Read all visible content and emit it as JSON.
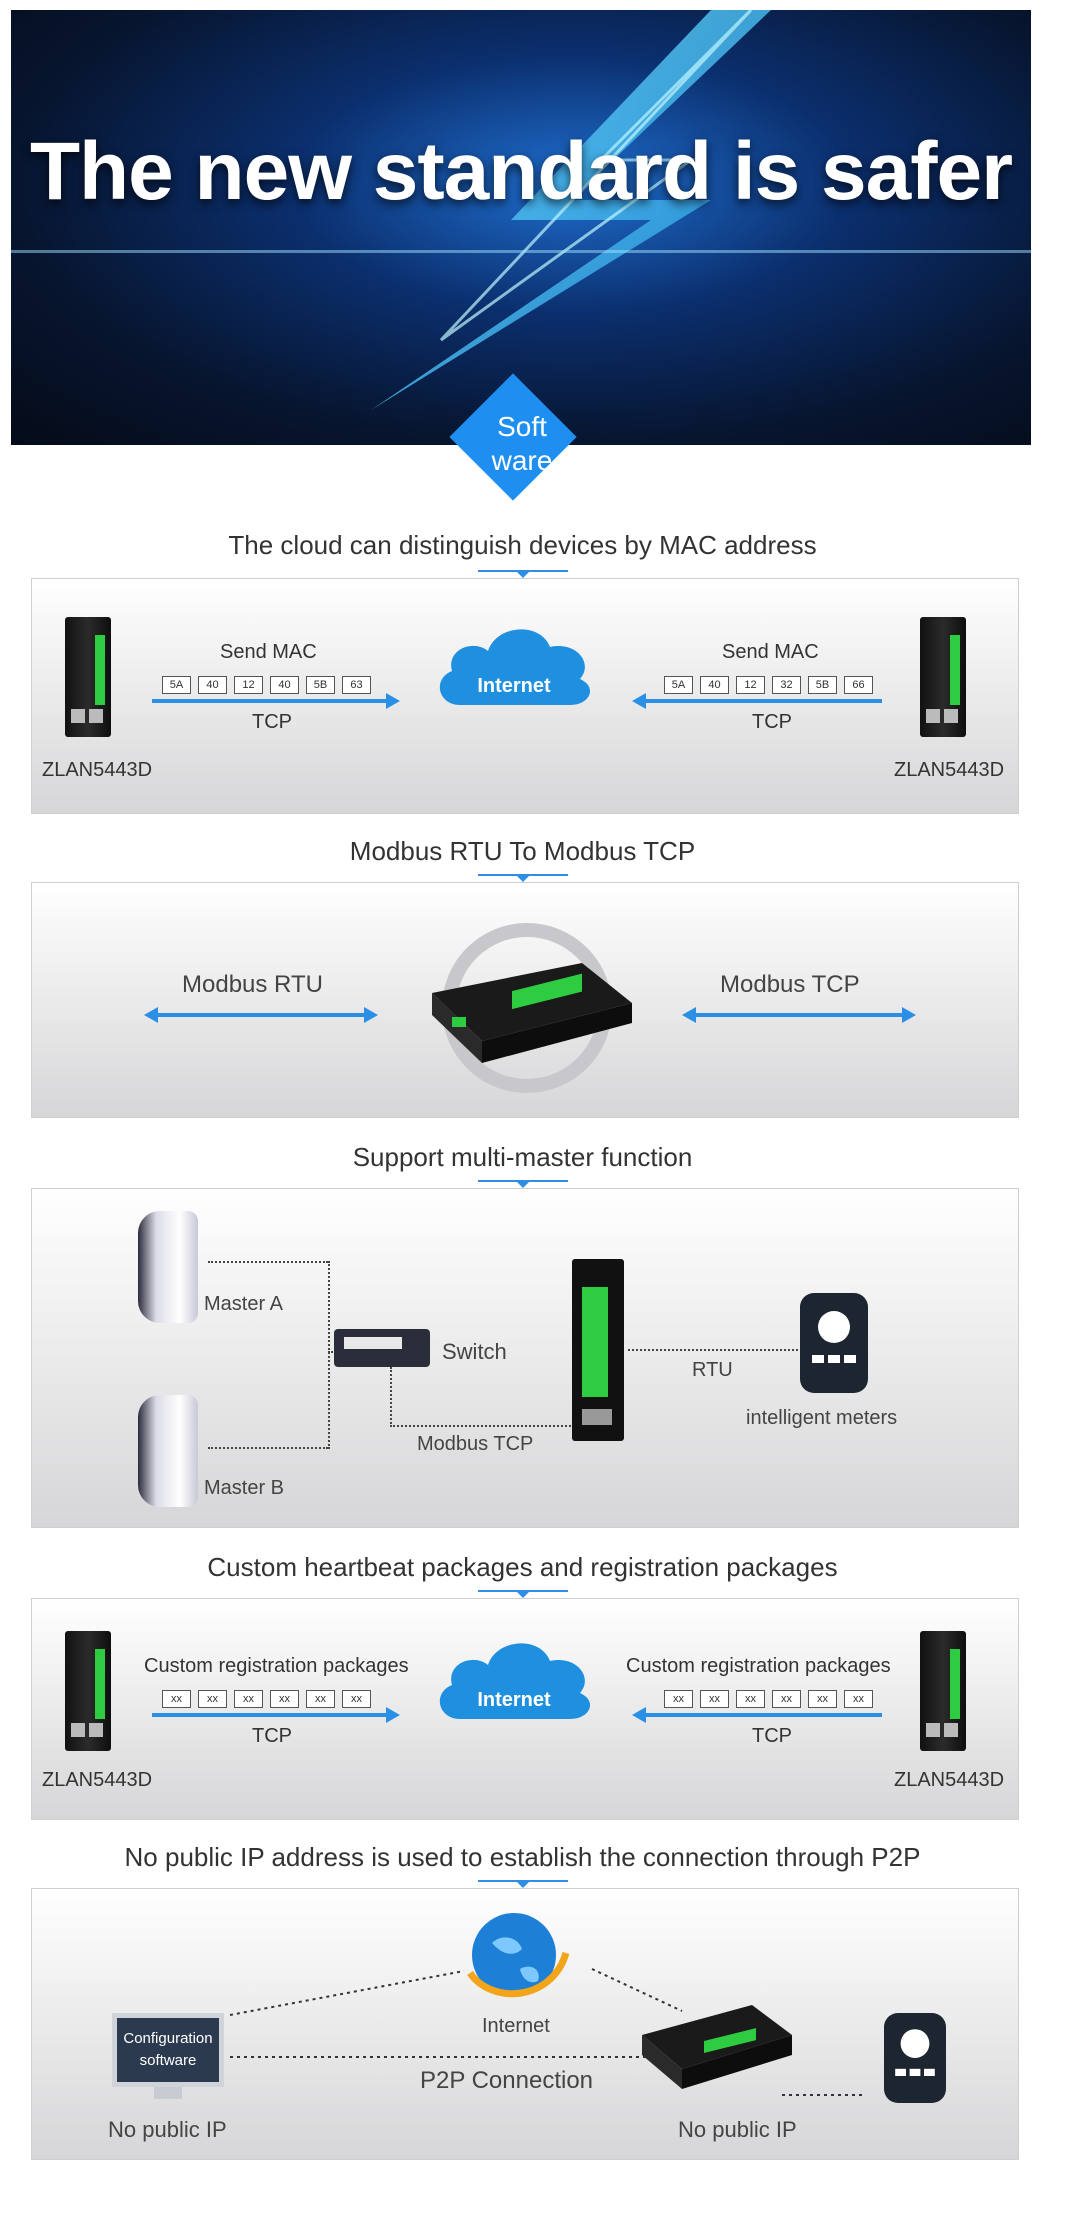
{
  "banner": {
    "title": "The new standard is safer",
    "badge_line1": "Soft",
    "badge_line2": "ware"
  },
  "section1": {
    "title": "The cloud can distinguish devices by MAC address",
    "left": {
      "send_label": "Send MAC",
      "bytes": [
        "5A",
        "40",
        "12",
        "40",
        "5B",
        "63"
      ],
      "protocol": "TCP",
      "device": "ZLAN5443D"
    },
    "right": {
      "send_label": "Send MAC",
      "bytes": [
        "5A",
        "40",
        "12",
        "32",
        "5B",
        "66"
      ],
      "protocol": "TCP",
      "device": "ZLAN5443D"
    },
    "cloud": "Internet"
  },
  "section2": {
    "title": "Modbus RTU To Modbus TCP",
    "left": "Modbus RTU",
    "right": "Modbus TCP"
  },
  "section3": {
    "title": "Support multi-master function",
    "master_a": "Master A",
    "master_b": "Master B",
    "switch": "Switch",
    "modbus_tcp": "Modbus TCP",
    "rtu": "RTU",
    "meters": "intelligent meters"
  },
  "section4": {
    "title": "Custom heartbeat packages and registration packages",
    "left": {
      "label": "Custom registration packages",
      "bytes": [
        "xx",
        "xx",
        "xx",
        "xx",
        "xx",
        "xx"
      ],
      "protocol": "TCP",
      "device": "ZLAN5443D"
    },
    "right": {
      "label": "Custom registration packages",
      "bytes": [
        "xx",
        "xx",
        "xx",
        "xx",
        "xx",
        "xx"
      ],
      "protocol": "TCP",
      "device": "ZLAN5443D"
    },
    "cloud": "Internet"
  },
  "section5": {
    "title": "No public IP address is used to establish the connection through P2P",
    "software_line1": "Configuration",
    "software_line2": "software",
    "internet": "Internet",
    "p2p": "P2P Connection",
    "left_ip": "No public IP",
    "right_ip": "No public IP"
  },
  "colors": {
    "accent": "#2b8fe6",
    "banner_dark": "#07152f"
  }
}
